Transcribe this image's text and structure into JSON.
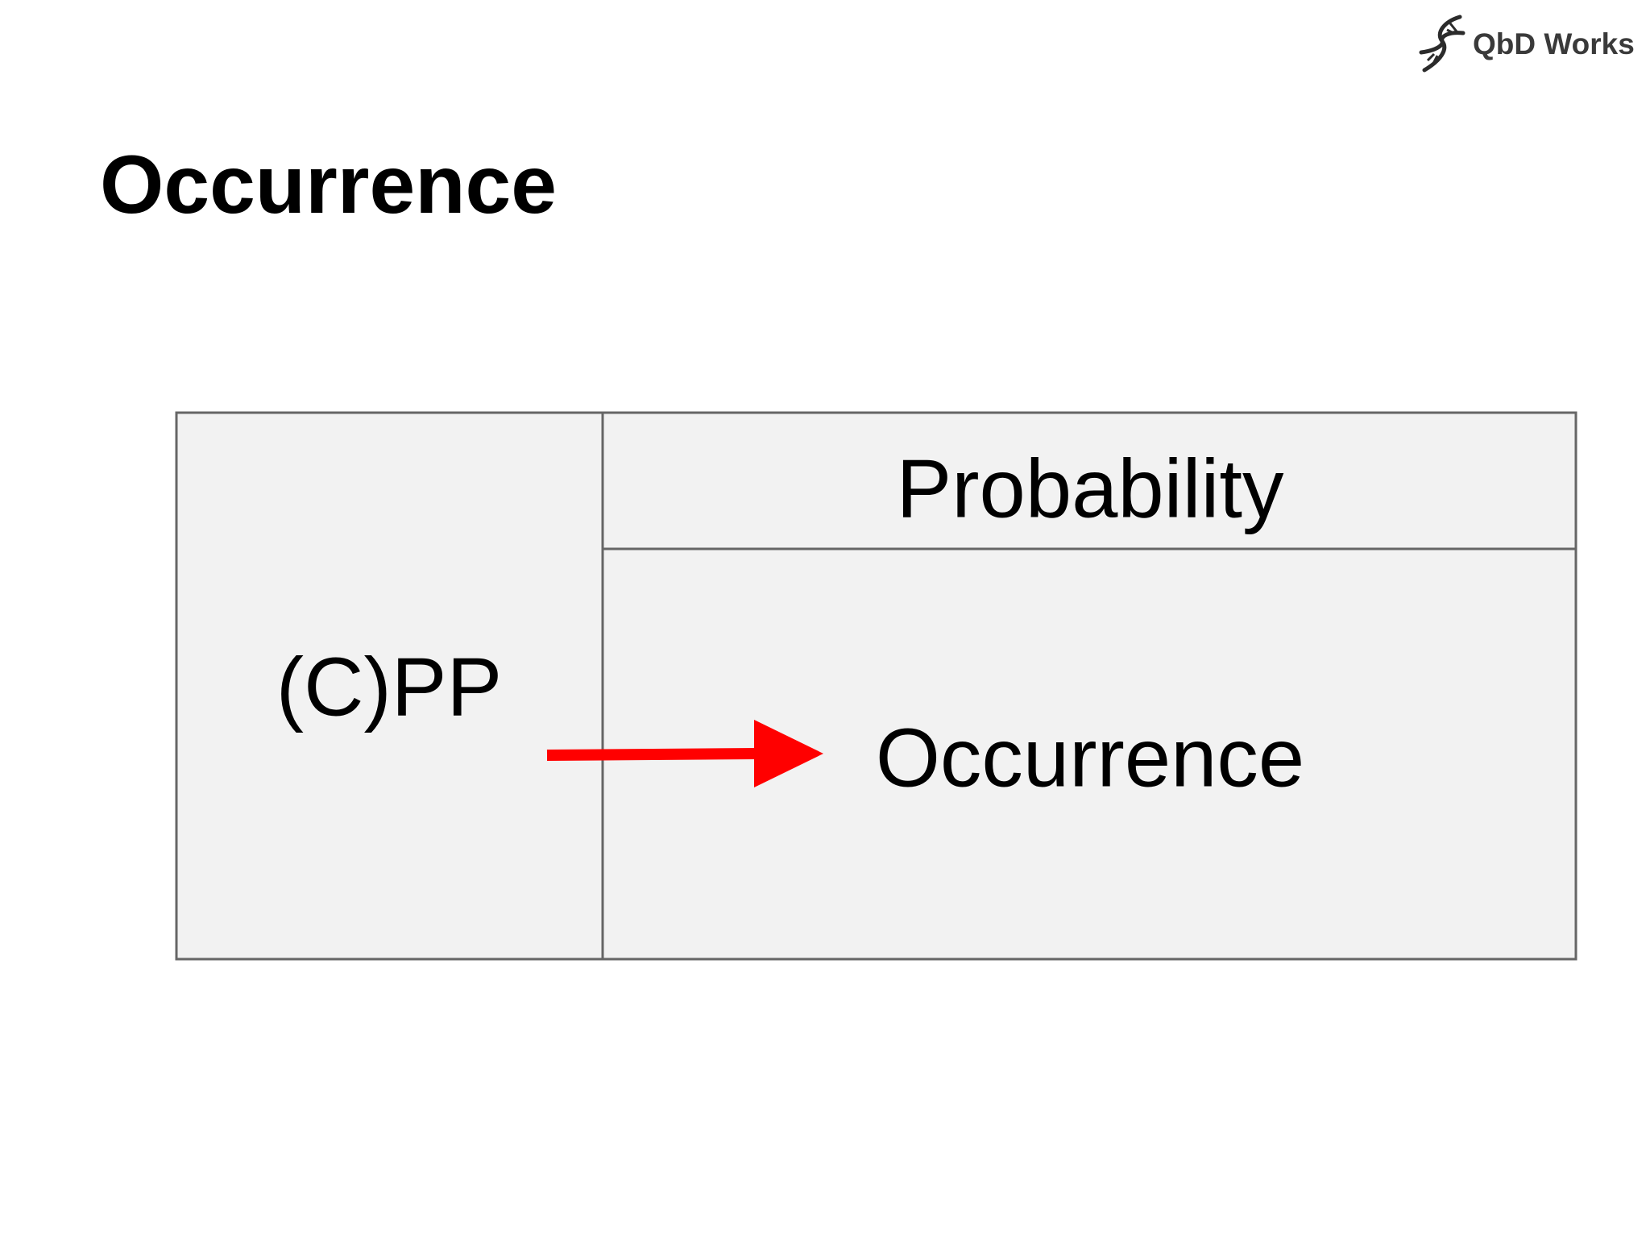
{
  "brand": {
    "name": "QbD Works",
    "logo_icon": "dna-helix-icon"
  },
  "slide": {
    "title": "Occurrence"
  },
  "diagram": {
    "left_cell": "(C)PP",
    "header_cell": "Probability",
    "body_cell": "Occurrence",
    "arrow": {
      "from": "left_cell",
      "to": "body_cell",
      "color": "#ff0000"
    },
    "colors": {
      "cell_fill": "#f2f2f2",
      "border": "#666666"
    }
  }
}
